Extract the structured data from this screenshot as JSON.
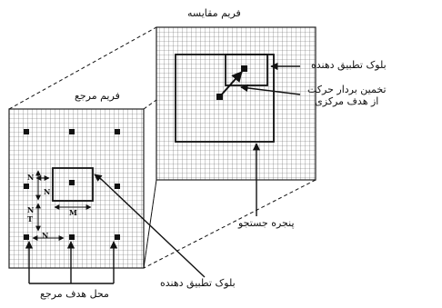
{
  "labels": {
    "comparison_frame": "فریم مقایسه",
    "reference_frame": "فریم مرجع",
    "matching_block_top": "بلوک تطبیق دهنده",
    "motion_vector_line1": "تخمین بردار حرکت",
    "motion_vector_line2": "از هدف مرکزی",
    "search_window": "پنجره جستجو",
    "matching_block_bottom": "بلوک تطبیق دهنده",
    "reference_target_position": "محل هدف مرجع"
  },
  "annotations": {
    "n_left": "N",
    "n_mid": "N",
    "m_bottom": "M",
    "t_left": "T",
    "n_lower": "N",
    "n_lower2": "N"
  },
  "colors": {
    "ink": "#111111",
    "grid": "#555555",
    "background": "#ffffff"
  }
}
